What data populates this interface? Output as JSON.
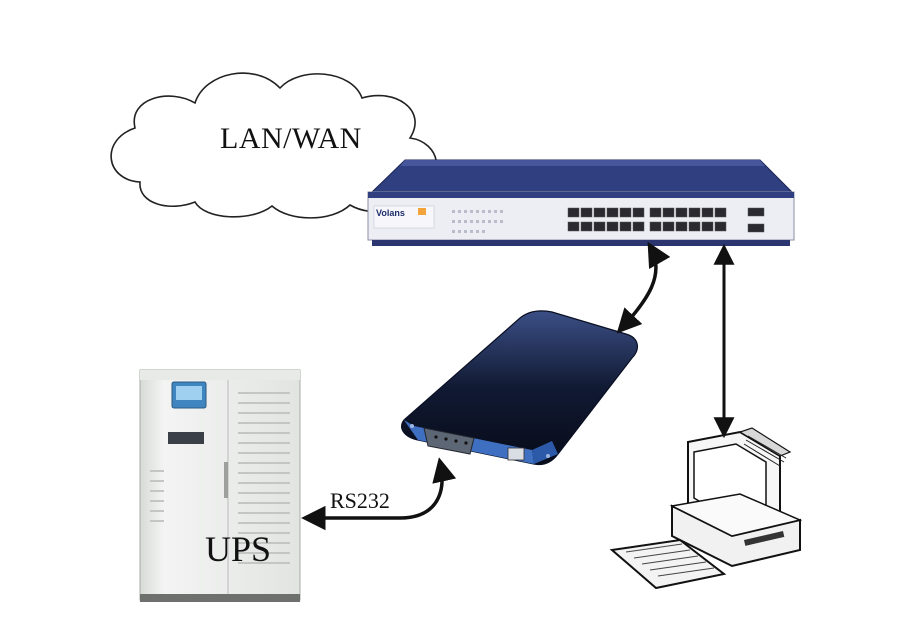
{
  "diagram": {
    "cloud_label": "LAN/WAN",
    "serial_link_label": "RS232",
    "ups_label": "UPS",
    "switch_brand": "Volans"
  },
  "nodes": [
    {
      "id": "network-cloud",
      "label": "LAN/WAN"
    },
    {
      "id": "ethernet-switch",
      "label": "Volans"
    },
    {
      "id": "serial-device-server",
      "label": ""
    },
    {
      "id": "ups-cabinet",
      "label": "UPS"
    },
    {
      "id": "desktop-computer",
      "label": ""
    }
  ],
  "edges": [
    {
      "from": "ethernet-switch",
      "to": "serial-device-server",
      "label": "",
      "bidirectional": true
    },
    {
      "from": "ethernet-switch",
      "to": "desktop-computer",
      "label": "",
      "bidirectional": true
    },
    {
      "from": "serial-device-server",
      "to": "ups-cabinet",
      "label": "RS232",
      "bidirectional": true
    }
  ],
  "colors": {
    "switch_body": "#2b3a7a",
    "switch_front": "#e9ebf2",
    "device_body": "#14203f",
    "device_accent": "#3f6fc0",
    "ups_body": "#eef0ee",
    "ups_panel": "#4a8fc4",
    "computer_body": "#f4f4f4",
    "line": "#111111"
  }
}
